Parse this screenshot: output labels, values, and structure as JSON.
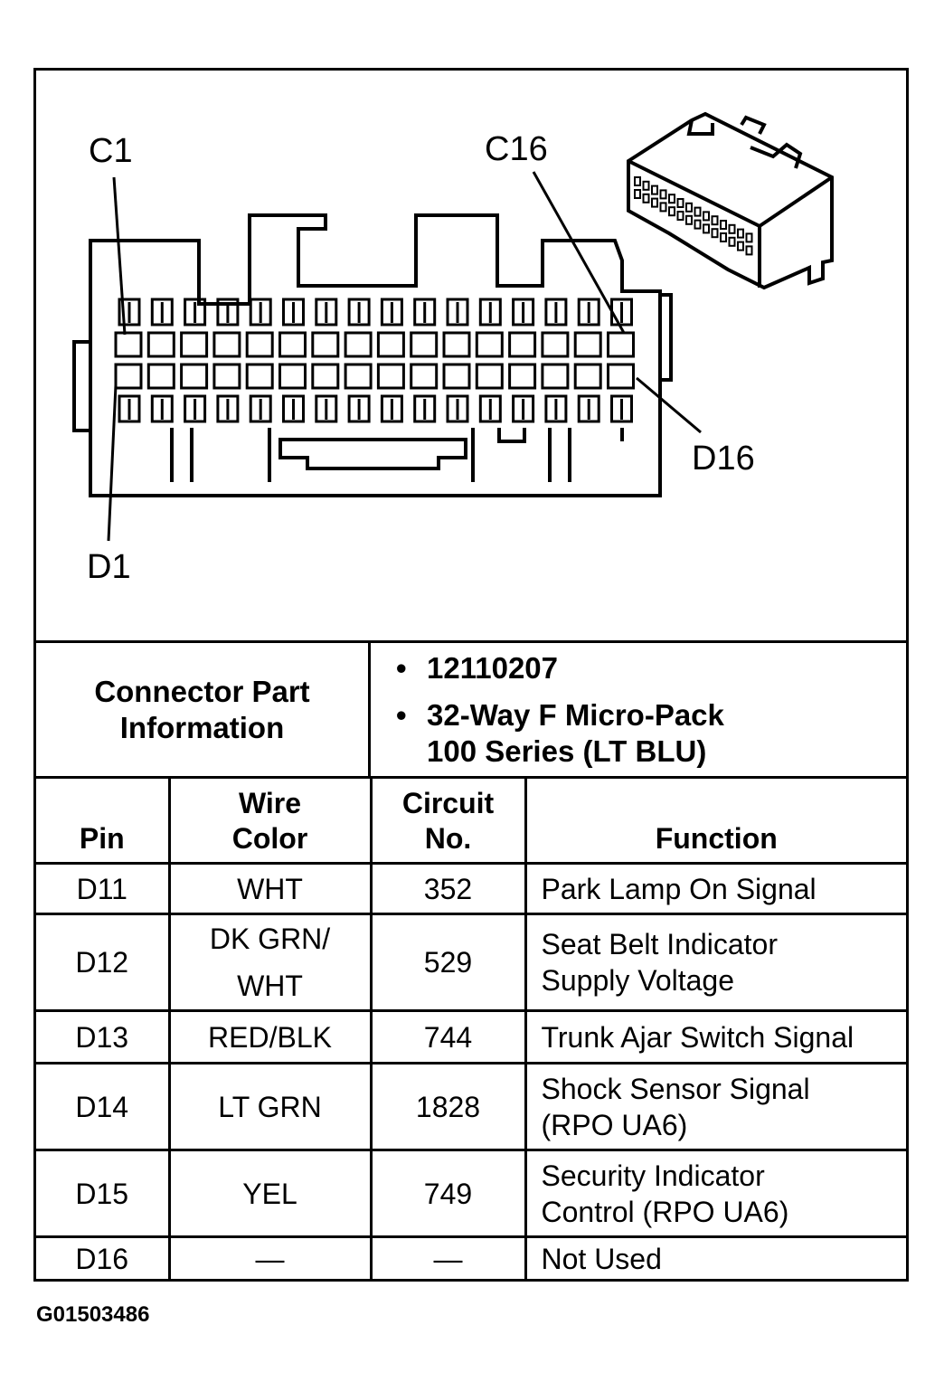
{
  "diagram": {
    "labels": {
      "c1": "C1",
      "c16": "C16",
      "d1": "D1",
      "d16": "D16"
    },
    "connector_view": "connector-face-and-3d-view"
  },
  "connector_info": {
    "heading": "Connector Part Information",
    "heading_line1": "Connector Part",
    "heading_line2": "Information",
    "items": [
      {
        "line1": "12110207",
        "line2": ""
      },
      {
        "line1": "32-Way F Micro-Pack",
        "line2": "100 Series (LT BLU)"
      }
    ]
  },
  "pin_table": {
    "headers": {
      "pin": "Pin",
      "wire_color_line1": "Wire",
      "wire_color_line2": "Color",
      "circuit_line1": "Circuit",
      "circuit_line2": "No.",
      "function": "Function"
    },
    "rows": [
      {
        "pin": "D11",
        "color1": "WHT",
        "color2": "",
        "circuit": "352",
        "func1": "Park Lamp On Signal",
        "func2": ""
      },
      {
        "pin": "D12",
        "color1": "DK GRN/",
        "color2": "WHT",
        "circuit": "529",
        "func1": "Seat Belt Indicator",
        "func2": "Supply Voltage"
      },
      {
        "pin": "D13",
        "color1": "RED/BLK",
        "color2": "",
        "circuit": "744",
        "func1": "Trunk Ajar Switch Signal",
        "func2": ""
      },
      {
        "pin": "D14",
        "color1": "LT GRN",
        "color2": "",
        "circuit": "1828",
        "func1": "Shock Sensor Signal",
        "func2": "(RPO UA6)"
      },
      {
        "pin": "D15",
        "color1": "YEL",
        "color2": "",
        "circuit": "749",
        "func1": "Security Indicator",
        "func2": "Control (RPO UA6)"
      },
      {
        "pin": "D16",
        "color1": "—",
        "color2": "",
        "circuit": "—",
        "func1": "Not Used",
        "func2": ""
      }
    ]
  },
  "figure_id": "G01503486"
}
